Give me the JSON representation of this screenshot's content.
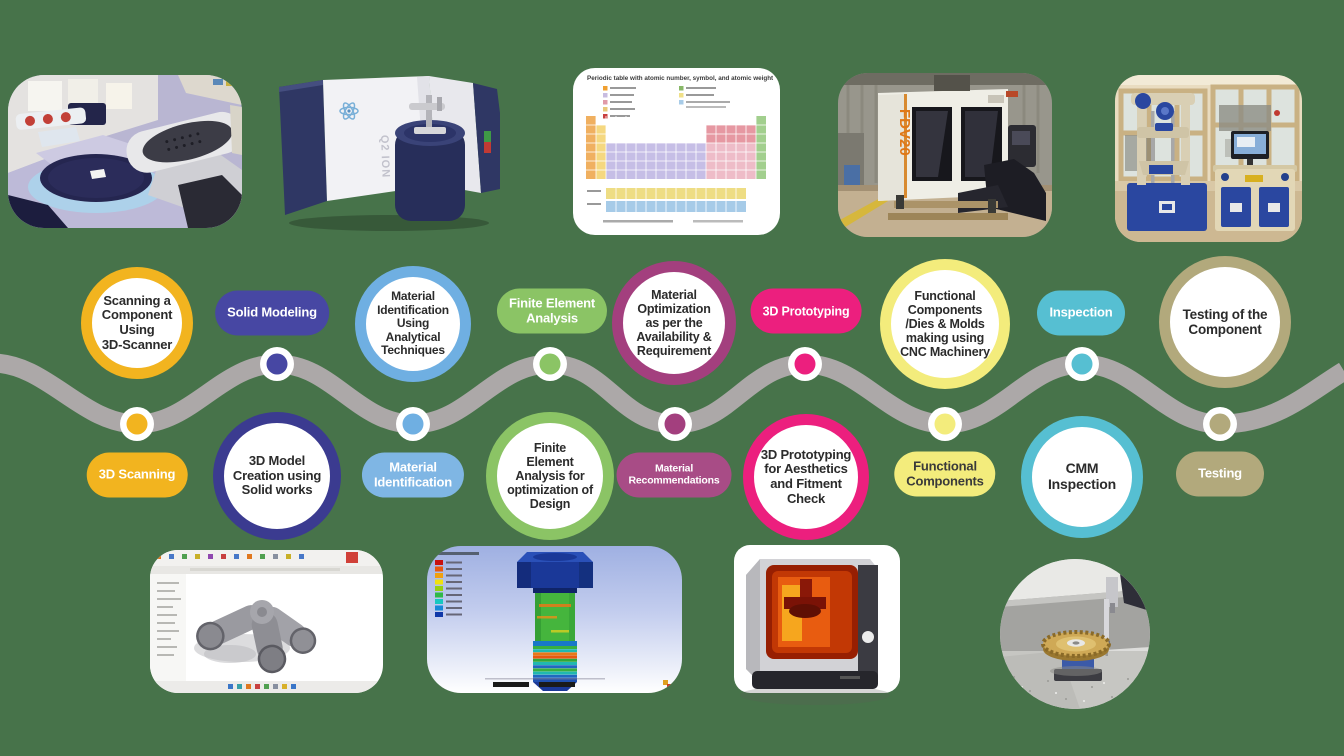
{
  "background_color": "#47734A",
  "wave": {
    "color": "#ACA8A8",
    "node_ring_color": "#FFFFFF"
  },
  "steps": [
    {
      "name": "3d-scanning",
      "pill_label": "3D Scanning",
      "circle_label": "Scanning a\nComponent\nUsing\n3D-Scanner",
      "color": "#F2B41F",
      "pill_side": "below"
    },
    {
      "name": "solid-modeling",
      "pill_label": "Solid Modeling",
      "circle_label": "3D Model\nCreation using\nSolid works",
      "pill_color": "#4747A3",
      "circle_color": "#3B3B90",
      "pill_side": "above"
    },
    {
      "name": "material-identification",
      "pill_label": "Material\nIdentification",
      "circle_label": "Material\nIdentification\nUsing\nAnalytical\nTechniques",
      "pill_color": "#7FB6E4",
      "circle_color": "#6FAFE2",
      "pill_side": "below"
    },
    {
      "name": "finite-element-analysis",
      "pill_label": "Finite Element\nAnalysis",
      "circle_label": "Finite\nElement\nAnalysis for\noptimization of\nDesign",
      "color": "#8BC465",
      "pill_side": "above"
    },
    {
      "name": "material-optimization",
      "pill_label": "Material\nRecommendations",
      "circle_label": "Material\nOptimization\nas per the\nAvailability &\nRequirement",
      "pill_color": "#A84C86",
      "circle_color": "#A33F7E",
      "pill_side": "below"
    },
    {
      "name": "3d-prototyping",
      "pill_label": "3D Prototyping",
      "circle_label": "3D Prototyping\nfor Aesthetics\nand Fitment\nCheck",
      "color": "#EC1F7E",
      "pill_side": "above"
    },
    {
      "name": "functional-components",
      "pill_label": "Functional\nComponents",
      "circle_label": "Functional\nComponents\n/Dies & Molds\nmaking using\nCNC Machinery",
      "color": "#F3EC7C",
      "pill_text_color": "#3A3A3A",
      "pill_side": "below"
    },
    {
      "name": "inspection",
      "pill_label": "Inspection",
      "circle_label": "CMM\nInspection",
      "color": "#56BFD2",
      "pill_side": "above"
    },
    {
      "name": "testing",
      "pill_label": "Testing",
      "circle_label": "Testing of the\nComponent",
      "color": "#B2A97C",
      "pill_side": "below"
    }
  ],
  "photos": {
    "periodic_table_title": "Periodic table with atomic number, symbol, and atomic weight",
    "cnc_machine_label": "FDV20",
    "spectrometer_label": "Q2 ION"
  }
}
